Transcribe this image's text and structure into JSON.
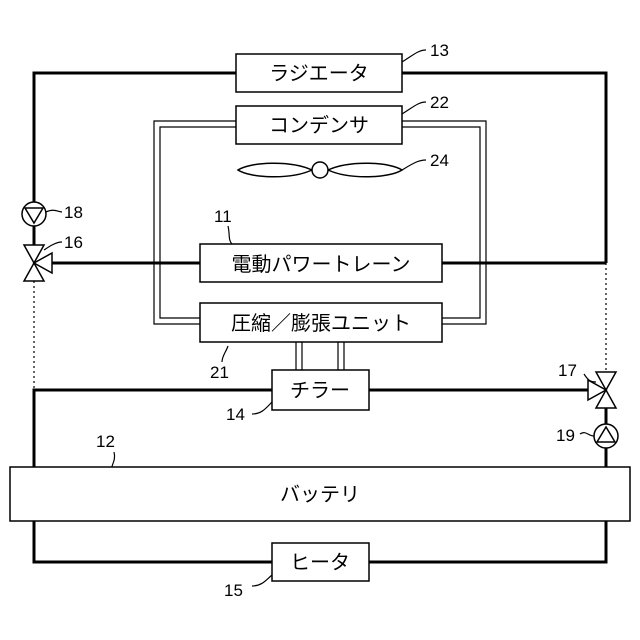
{
  "components": {
    "radiator": {
      "label": "ラジエータ",
      "ref": "13"
    },
    "condenser": {
      "label": "コンデンサ",
      "ref": "22"
    },
    "fan": {
      "ref": "24"
    },
    "powertrain": {
      "label": "電動パワートレーン",
      "ref": "11"
    },
    "compressor_unit": {
      "label": "圧縮／膨張ユニット",
      "ref": "21"
    },
    "chiller": {
      "label": "チラー",
      "ref": "14"
    },
    "battery": {
      "label": "バッテリ",
      "ref": "12"
    },
    "heater": {
      "label": "ヒータ",
      "ref": "15"
    },
    "pump_left": {
      "ref": "18",
      "icon": "pump-icon"
    },
    "valve_left": {
      "ref": "16",
      "icon": "three-way-valve-icon"
    },
    "valve_right": {
      "ref": "17",
      "icon": "three-way-valve-icon"
    },
    "pump_right": {
      "ref": "19",
      "icon": "pump-icon"
    }
  }
}
